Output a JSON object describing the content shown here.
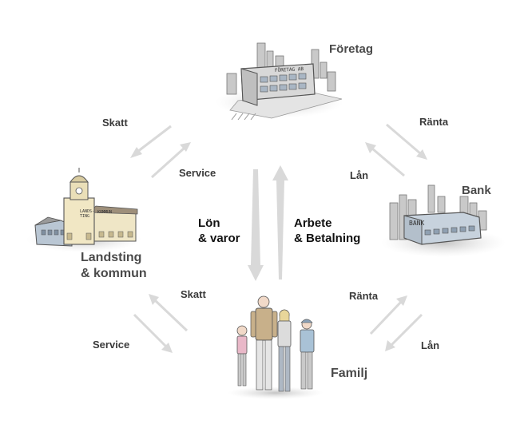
{
  "nodes": {
    "company": "Företag",
    "company_sign": "FÖRETAG AB",
    "bank": "Bank",
    "bank_sign": "BANK",
    "county": "Landsting\n& kommun",
    "county_sign": "LANDS-\nTING\nKOMMUN",
    "family": "Familj"
  },
  "flows": {
    "county_company_tax": "Skatt",
    "county_company_service": "Service",
    "company_bank_interest": "Ränta",
    "company_bank_loan": "Lån",
    "company_family_down": "Lön\n& varor",
    "company_family_up": "Arbete\n& Betalning",
    "county_family_tax": "Skatt",
    "county_family_service": "Service",
    "bank_family_interest": "Ränta",
    "bank_family_loan": "Lån"
  },
  "colors": {
    "arrow": "#d9d9d9",
    "label": "#3a3a3a",
    "node_label": "#4a4a4a",
    "center_label": "#111111"
  }
}
